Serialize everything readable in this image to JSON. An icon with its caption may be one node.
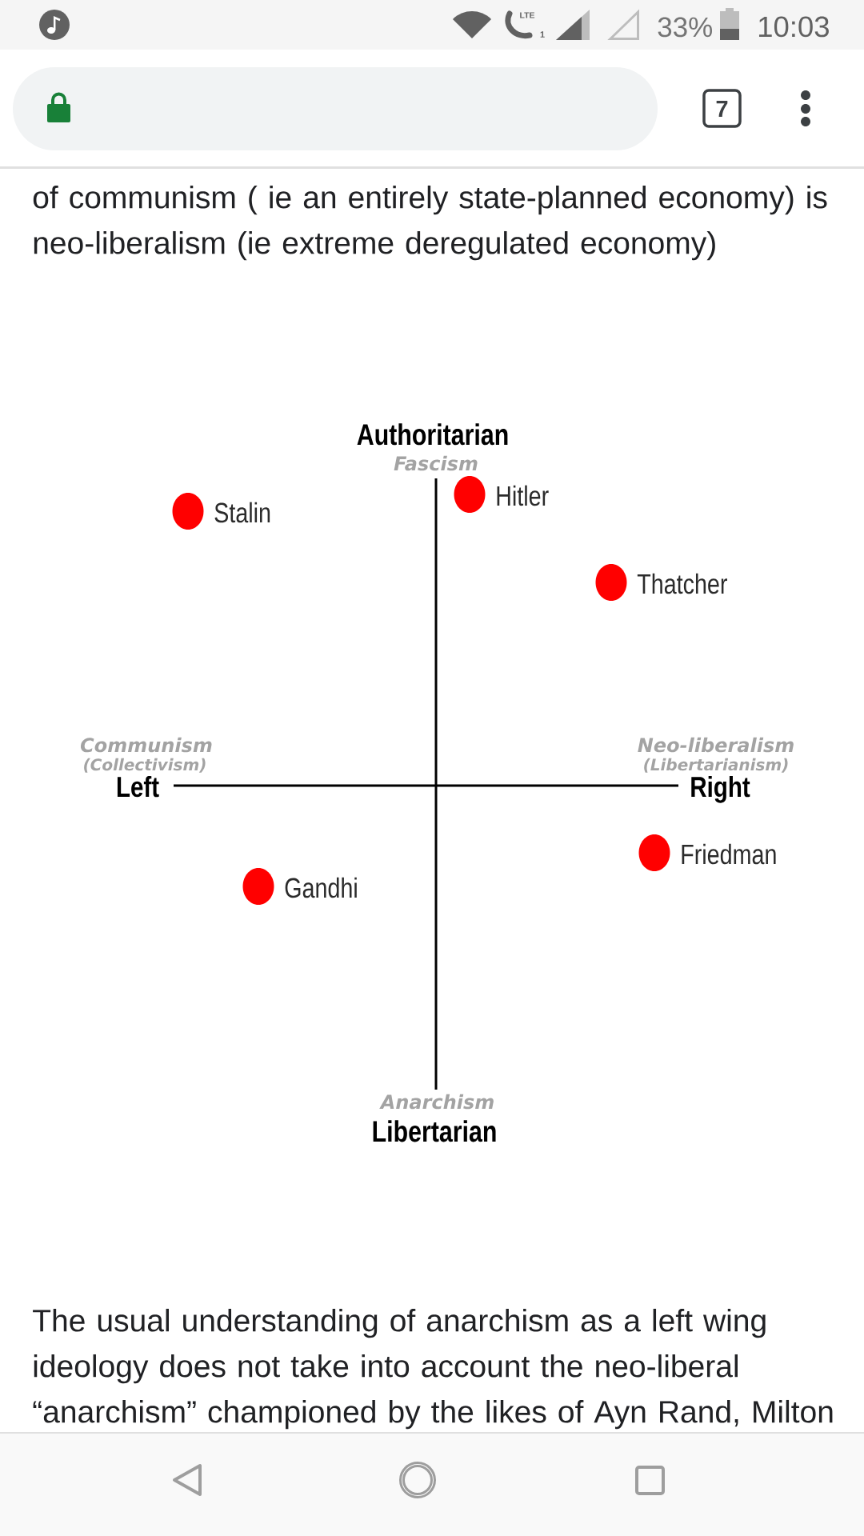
{
  "diagram": {
    "nodes": [
      {
        "text": [],
        "shape": "circle",
        "beside": [
          "Stalin"
        ]
      },
      {
        "text": [],
        "shape": "circle",
        "beside": [
          "Hitler"
        ]
      },
      {
        "text": [],
        "shape": "circle",
        "beside": [
          "Thatcher"
        ]
      },
      {
        "text": [],
        "shape": "circle",
        "beside": [
          "Friedman"
        ]
      },
      {
        "text": [],
        "shape": "circle",
        "beside": [
          "Gandhi"
        ]
      }
    ],
    "labels": [
      "LTE",
      "1",
      "33%",
      "10:03",
      "7",
      "of communism ( ie an entirely state-planned economy) is neo-liberalism (ie extreme deregulated economy)",
      "Authoritarian",
      "Fascism",
      "Communism",
      "(Collectivism)",
      "Left",
      "Neo-liberalism",
      "(Libertarianism)",
      "Right",
      "Anarchism",
      "Libertarian",
      "The usual understanding of anarchism as a left wing ideology does not take into account the neo-liberal “anarchism” championed by the likes of Ayn Rand, Milton"
    ]
  }
}
